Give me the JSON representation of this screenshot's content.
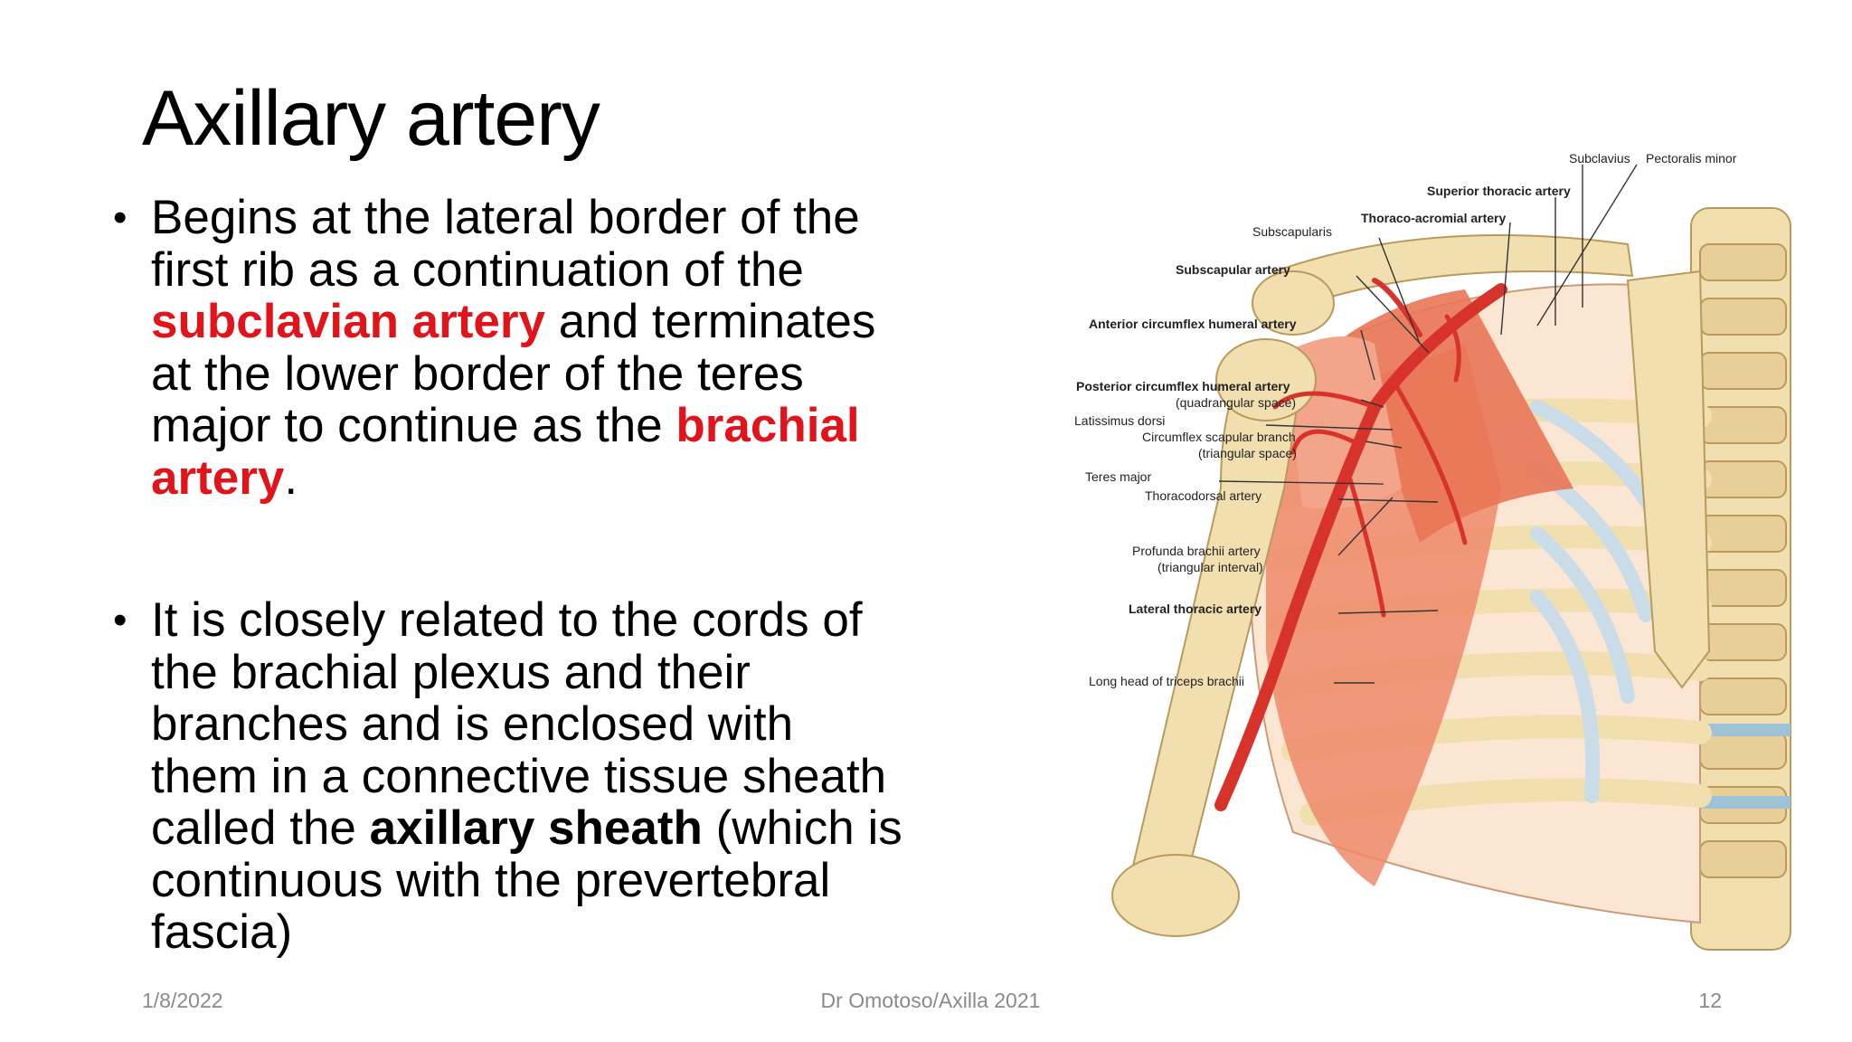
{
  "slide": {
    "title": "Axillary artery",
    "bullet1": {
      "t1": "Begins at the lateral border of the first rib as a continuation of the ",
      "t2": "subclavian artery",
      "t3": " and terminates at the lower border of the teres major to continue as the ",
      "t4": "brachial artery",
      "t5": "."
    },
    "bullet2": {
      "t1": "It is closely related to the cords of the brachial plexus and their branches and is enclosed with them in a connective tissue sheath called the ",
      "t2": "axillary sheath",
      "t3": " (which is continuous with the prevertebral fascia)"
    },
    "bullet_symbol": "•"
  },
  "footer": {
    "date": "1/8/2022",
    "center": "Dr Omotoso/Axilla 2021",
    "page": "12"
  },
  "figure": {
    "labels": {
      "subclavius": "Subclavius",
      "pectoralis_minor": "Pectoralis minor",
      "superior_thoracic": "Superior thoracic artery",
      "thoraco_acromial": "Thoraco-acromial artery",
      "subscapularis": "Subscapularis",
      "subscapular_artery": "Subscapular artery",
      "anterior_circumflex": "Anterior circumflex humeral artery",
      "posterior_circumflex": "Posterior circumflex humeral artery",
      "quadrangular": "(quadrangular space)",
      "latissimus": "Latissimus dorsi",
      "circumflex_scapular": "Circumflex scapular branch",
      "triangular_space": "(triangular space)",
      "teres_major": "Teres major",
      "thoracodorsal": "Thoracodorsal artery",
      "profunda": "Profunda brachii artery",
      "triangular_interval": "(triangular interval)",
      "lateral_thoracic": "Lateral thoracic artery",
      "triceps": "Long head of triceps brachii"
    },
    "colors": {
      "artery": "#d8332a",
      "muscle": "#ef8a6a",
      "bone": "#f1dfb0",
      "cartilage": "#c9dce8"
    }
  }
}
